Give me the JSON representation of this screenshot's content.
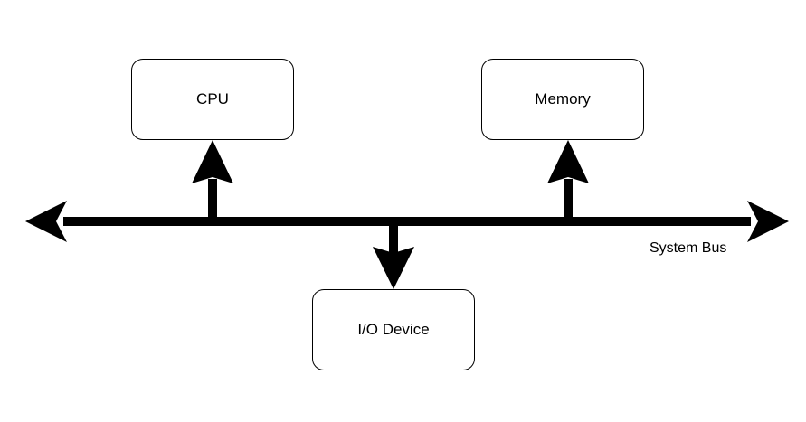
{
  "nodes": {
    "cpu": "CPU",
    "memory": "Memory",
    "io_device": "I/O Device"
  },
  "bus": {
    "label": "System Bus"
  },
  "colors": {
    "stroke": "#000000",
    "background": "#ffffff"
  }
}
